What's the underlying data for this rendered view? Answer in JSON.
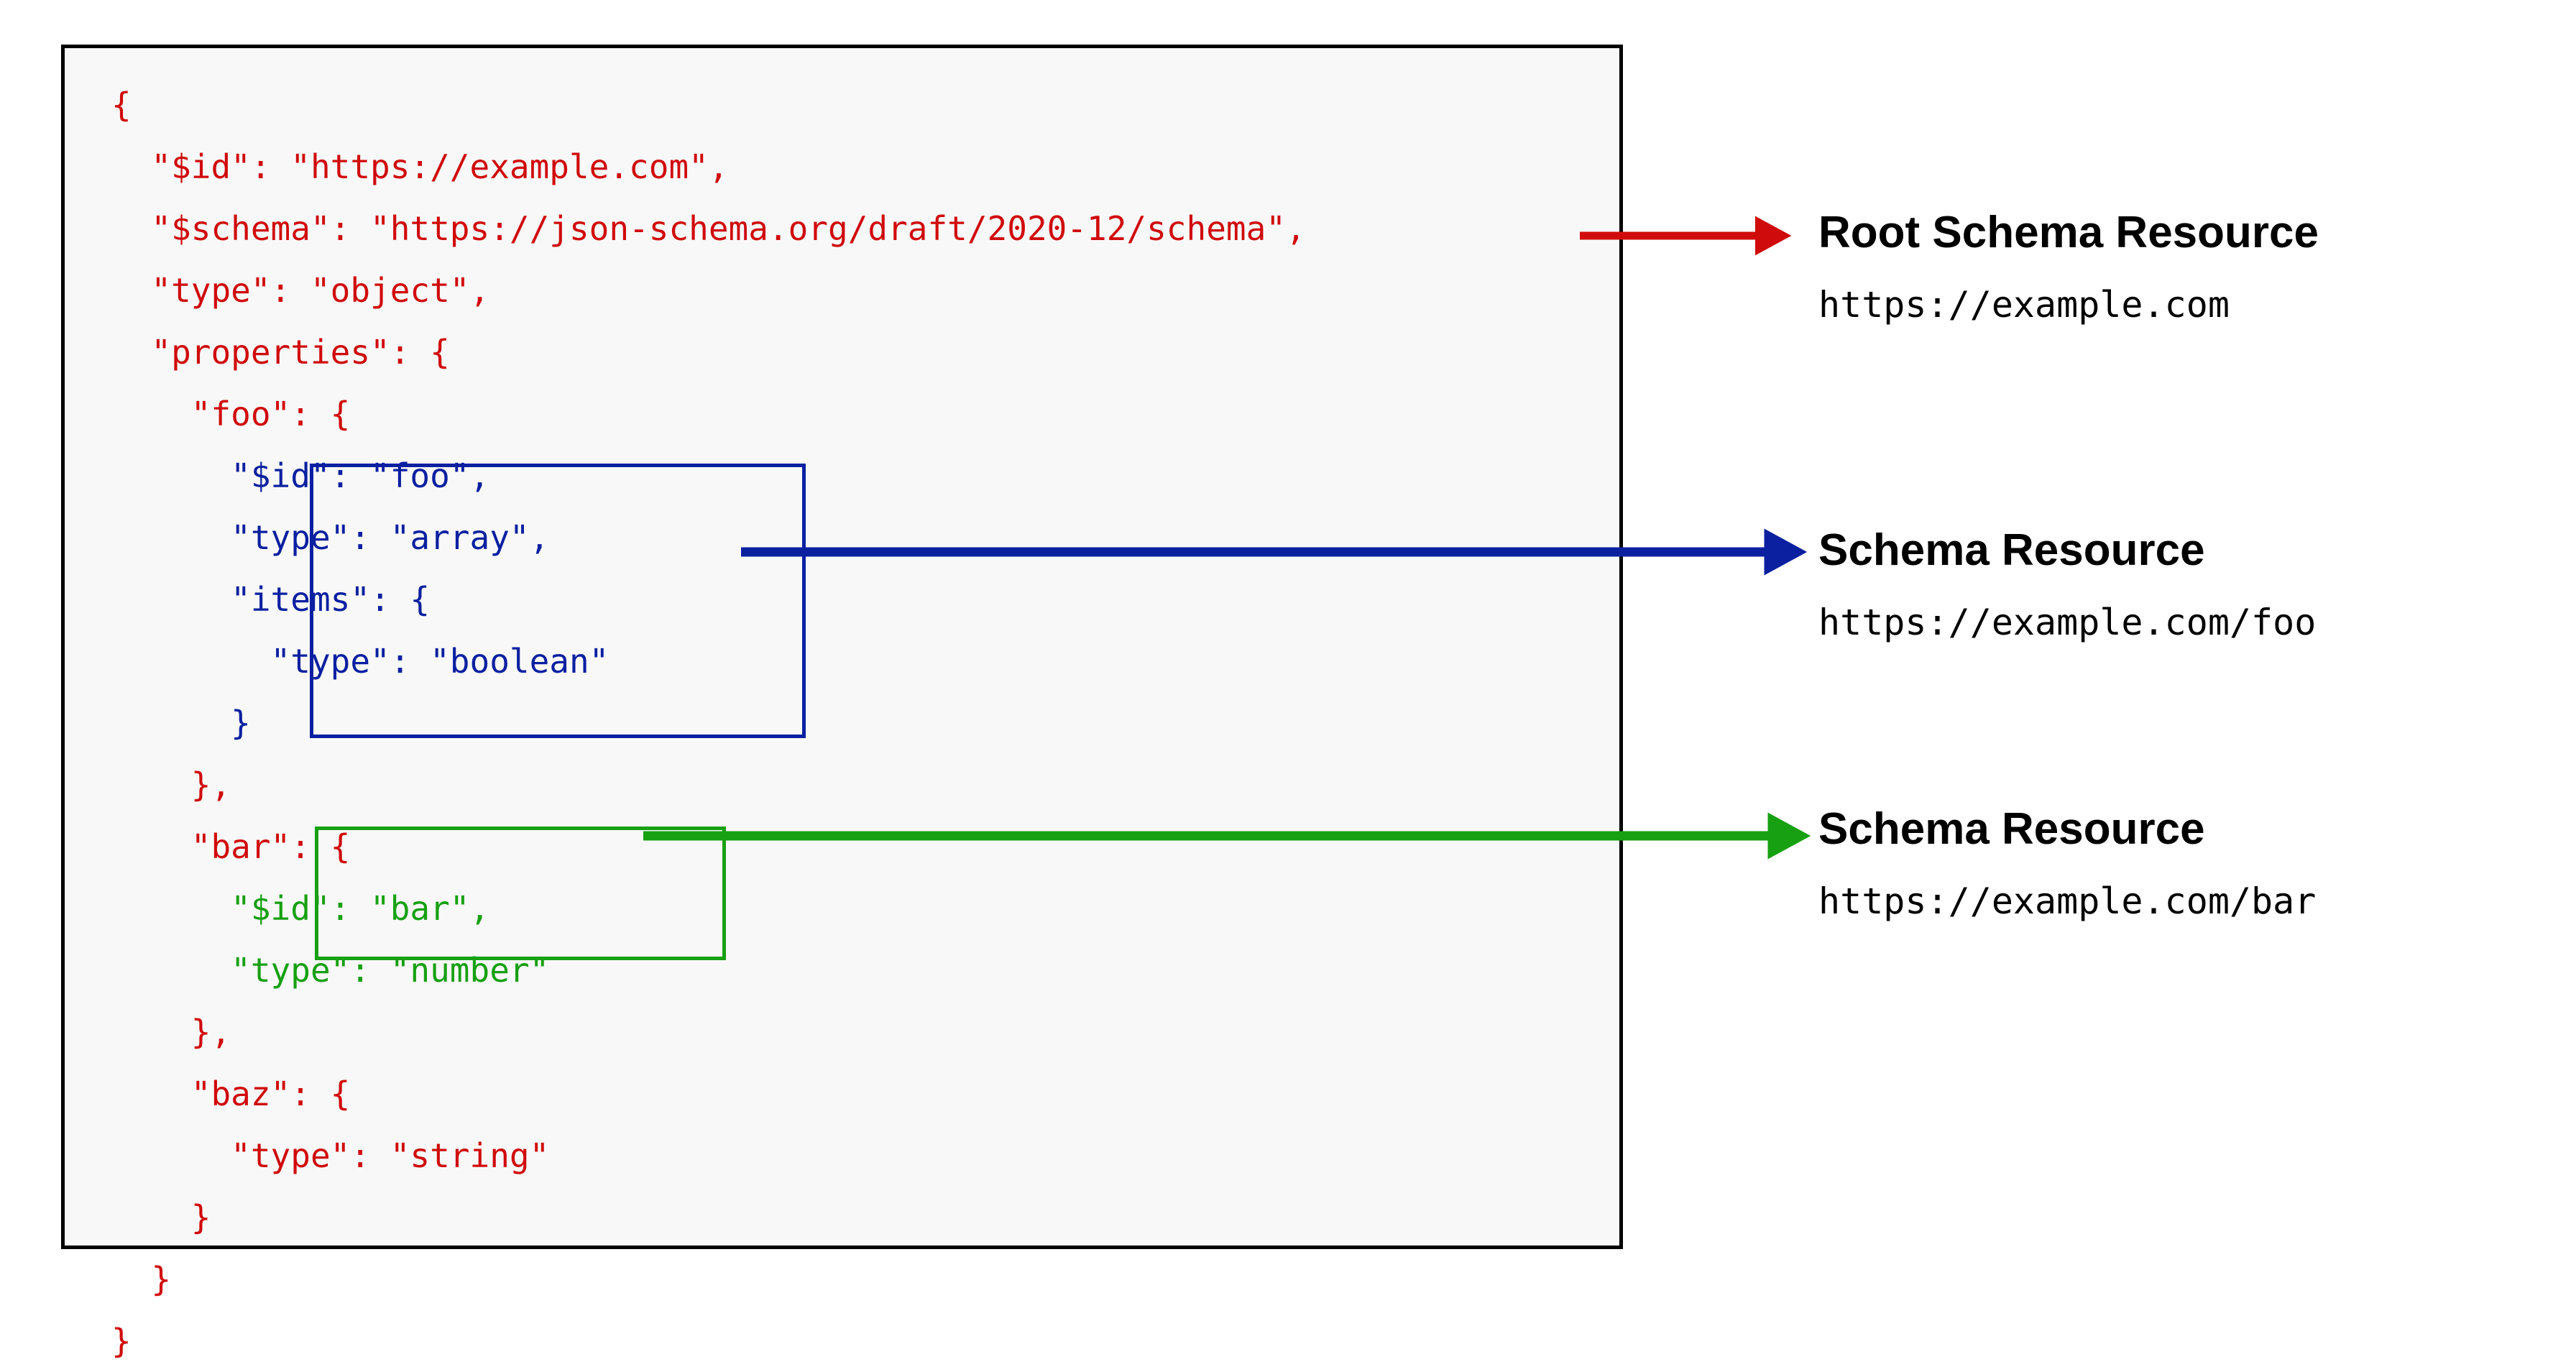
{
  "diagram": {
    "title": "JSON Schema resource identification diagram",
    "colors": {
      "root_red": "#d00b0b",
      "foo_blue": "#0b20a0",
      "bar_green": "#17a012",
      "panel_border": "#000000",
      "panel_background": "#f8f8f8"
    }
  },
  "code_panel": {
    "language": "json",
    "lines": [
      {
        "indent": 0,
        "text": "{",
        "color": "red"
      },
      {
        "indent": 1,
        "text": "\"$id\": \"https://example.com\",",
        "color": "red"
      },
      {
        "indent": 1,
        "text": "\"$schema\": \"https://json-schema.org/draft/2020-12/schema\",",
        "color": "red"
      },
      {
        "indent": 1,
        "text": "\"type\": \"object\",",
        "color": "red"
      },
      {
        "indent": 1,
        "text": "\"properties\": {",
        "color": "red"
      },
      {
        "indent": 2,
        "text": "\"foo\": {",
        "color": "red"
      },
      {
        "indent": 3,
        "text": "\"$id\": \"foo\",",
        "color": "blue"
      },
      {
        "indent": 3,
        "text": "\"type\": \"array\",",
        "color": "blue"
      },
      {
        "indent": 3,
        "text": "\"items\": {",
        "color": "blue"
      },
      {
        "indent": 4,
        "text": "\"type\": \"boolean\"",
        "color": "blue"
      },
      {
        "indent": 3,
        "text": "}",
        "color": "blue"
      },
      {
        "indent": 2,
        "text": "},",
        "color": "red"
      },
      {
        "indent": 2,
        "text": "\"bar\": {",
        "color": "red"
      },
      {
        "indent": 3,
        "text": "\"$id\": \"bar\",",
        "color": "green"
      },
      {
        "indent": 3,
        "text": "\"type\": \"number\"",
        "color": "green"
      },
      {
        "indent": 2,
        "text": "},",
        "color": "red"
      },
      {
        "indent": 2,
        "text": "\"baz\": {",
        "color": "red"
      },
      {
        "indent": 3,
        "text": "\"type\": \"string\"",
        "color": "red"
      },
      {
        "indent": 2,
        "text": "}",
        "color": "red"
      },
      {
        "indent": 1,
        "text": "}",
        "color": "red"
      },
      {
        "indent": 0,
        "text": "}",
        "color": "red"
      }
    ]
  },
  "highlight_boxes": [
    {
      "name": "foo-subschema-box",
      "color": "#0b20a0"
    },
    {
      "name": "bar-subschema-box",
      "color": "#17a012"
    }
  ],
  "annotations": [
    {
      "title": "Root Schema Resource",
      "uri": "https://example.com",
      "color": "#d00b0b"
    },
    {
      "title": "Schema Resource",
      "uri": "https://example.com/foo",
      "color": "#0b20a0"
    },
    {
      "title": "Schema Resource",
      "uri": "https://example.com/bar",
      "color": "#17a012"
    }
  ]
}
